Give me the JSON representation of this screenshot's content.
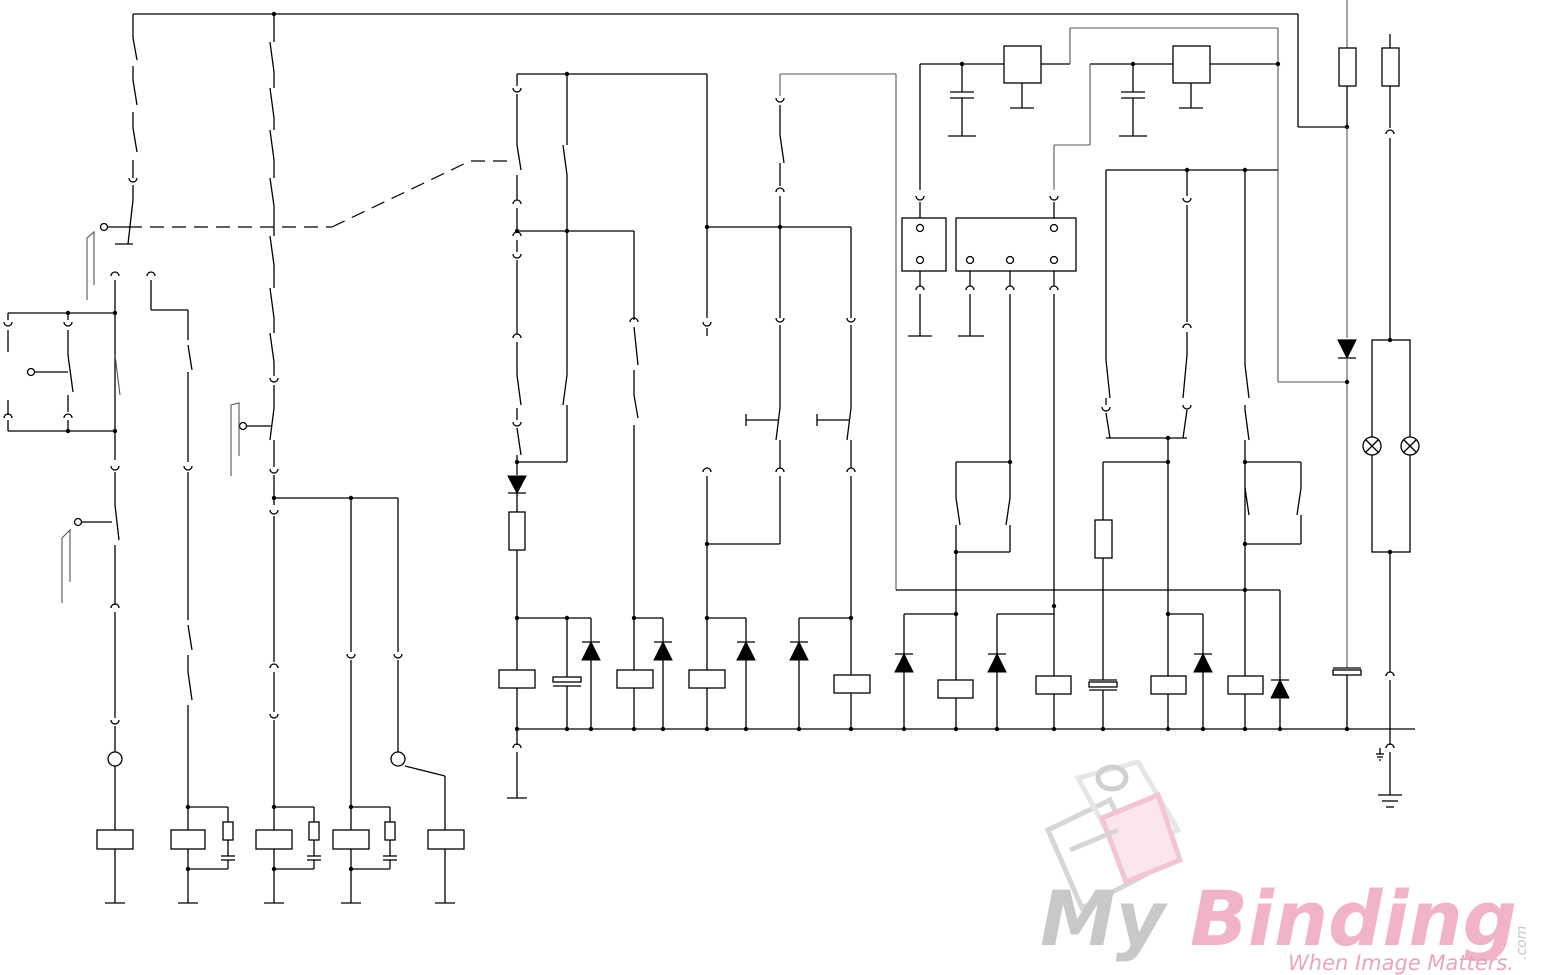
{
  "watermark": {
    "brand_gray": "My",
    "brand_pink": "Binding",
    "suffix": ".com",
    "tagline": "When Image Matters.",
    "colors": {
      "gray": "#c8c8c8",
      "pink": "#f0b4c6",
      "tagline": "#e9a6ba"
    }
  },
  "colors": {
    "wire": "#000000",
    "background": "#ffffff"
  }
}
